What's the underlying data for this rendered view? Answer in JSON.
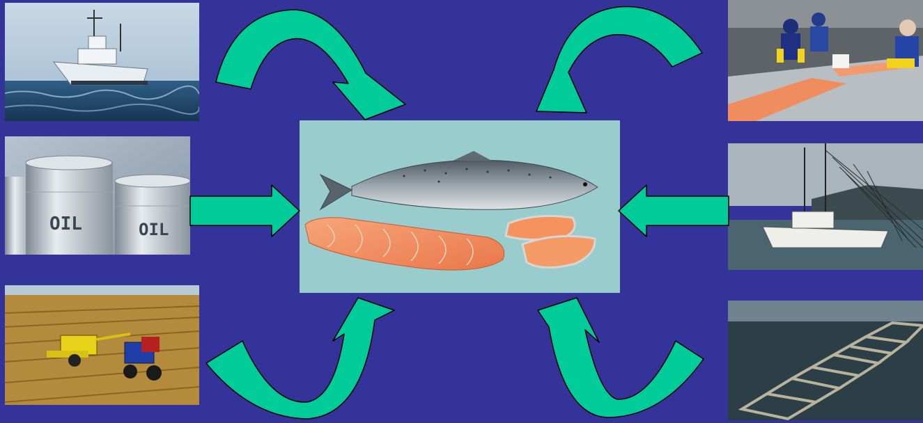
{
  "theme": {
    "background": "#333399",
    "arrow_fill": "#00CC99",
    "arrow_stroke": "#000000",
    "center_panel": "#99CCCC"
  },
  "images": {
    "ship": {
      "icon": "research-vessel-at-sea"
    },
    "oil": {
      "icon": "oil-barrels",
      "barrel_labels": [
        "OIL",
        "OIL"
      ]
    },
    "harvest": {
      "icon": "combine-harvester-field"
    },
    "center": {
      "icon": "salmon-fish-and-fillets"
    },
    "processing": {
      "icon": "fish-processing-workers"
    },
    "trawler": {
      "icon": "fishing-trawler-with-net"
    },
    "farm": {
      "icon": "fish-farm-net-pens"
    }
  }
}
